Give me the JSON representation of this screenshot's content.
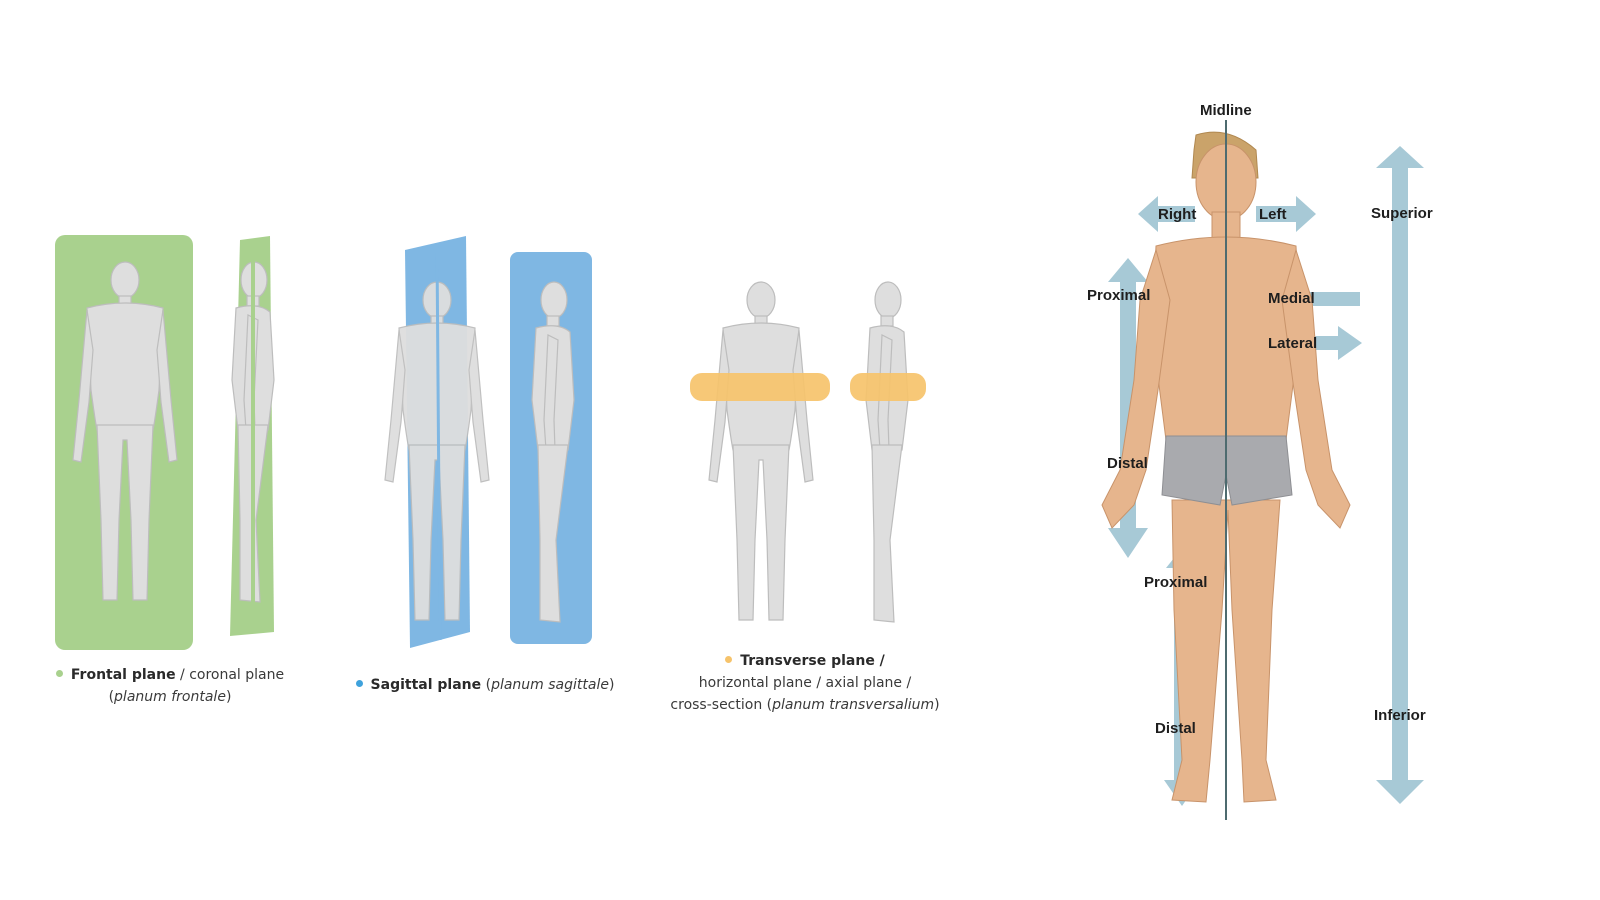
{
  "colors": {
    "frontal": "#a9d18e",
    "sagittal": "#7fb7e3",
    "transverse": "#f6c36b",
    "arrow": "#a7c9d6",
    "skin": "#e6b58d",
    "figure_gray": "#d9d9d9",
    "shorts": "#a9aaae",
    "midline": "#4e6b6f"
  },
  "planes": {
    "frontal": {
      "bold": "Frontal plane",
      "rest": " / coronal plane",
      "latin": "planum frontale"
    },
    "sagittal": {
      "bold": "Sagittal plane",
      "latin": "planum sagittale"
    },
    "transverse": {
      "bold": "Transverse plane /",
      "line2": "horizontal plane / axial plane /",
      "line3_prefix": "cross-section (",
      "latin": "planum transversalium",
      "line3_suffix": ")"
    }
  },
  "directions": {
    "midline": "Midline",
    "right": "Right",
    "left": "Left",
    "superior": "Superior",
    "inferior": "Inferior",
    "proximal_arm": "Proximal",
    "distal_arm": "Distal",
    "medial": "Medial",
    "lateral": "Lateral",
    "proximal_leg": "Proximal",
    "distal_leg": "Distal"
  }
}
